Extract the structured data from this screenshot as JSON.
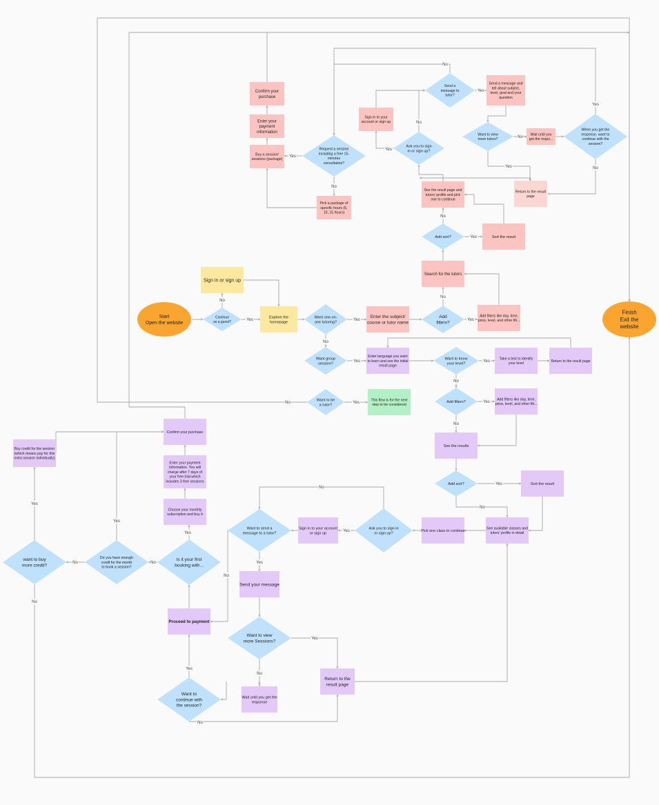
{
  "colors": {
    "background": "#fafafa",
    "pink_node": "#fbc4c0",
    "pink_light_node": "#fcd7d2",
    "purple_node": "#e3c9f8",
    "blue_decision": "#bfe1fb",
    "yellow_node": "#fde8a0",
    "green_node": "#b4f0c6",
    "orange_terminal": "#fba531",
    "edge": "#a8a8a8"
  },
  "nodes": {
    "start": "Start\nOpen the website",
    "finish": "Finish\nExit the\nwebsite",
    "continue_guest": "Continue\nas a guest?",
    "sign_in_up_top": "Sign in or sign up",
    "explore_home": "Explore the\nhomepage",
    "want_one_on_one": "Want one-on-\none tutoring?",
    "enter_subject": "Enter the subject/\ncourse or tutor name",
    "add_filters_top": "Add\nfilters?",
    "add_filters_box_top": "Add filters like day, time,\nprice, level, and other filt...",
    "search_tutors": "Search for the tutors",
    "add_sort_top": "Add sort?",
    "sort_result_top": "Sort the result",
    "see_result_top": "See the result page and\ntutors' profile and pick\none to continue",
    "ask_sign_top": "Ask you to sign\nin or sign up?",
    "sign_account_top": "Sign in to your\naccount or sign up",
    "send_message_q": "Send a\nmessage to\ntutor?",
    "send_message_box": "Send a message and\ntell about subject,\nlevel, goal and your\nquestion",
    "want_view_tutors": "Want to view\nmore tutors?",
    "wait_response_top": "Wait until you\nget the respo...",
    "when_response": "When you get the\nresponse, want to\ncontinue with the\nsession?",
    "return_result_top": "Return to the result\npage",
    "request_session": "Request a session\nincluding a free 15-\nminutes\nconsultation?",
    "buy_sessions": "Buy a session/\nsessions (package)",
    "enter_payment_top": "Enter your\npayment\ninformation",
    "confirm_purchase_top": "Confirm your\npurchase",
    "pick_package": "Pick a package of\nspecific hours (5,\n10, 15 hours)",
    "want_group": "Want group\nsession?",
    "enter_language": "Enter language you want\nto learn and see the initial\nresult page",
    "want_know_level": "Want to know\nyour level?",
    "take_test": "Take a test to identify\nyour level",
    "return_result_mid": "Return to the result page",
    "add_filters_mid": "Add filters?",
    "add_filters_box_mid": "Add filters like day, time,\nprice, level, and other filt...",
    "see_results_mid": "See the results",
    "add_sort_mid": "Add sort?",
    "sort_result_mid": "Sort the result",
    "see_classes": "See available classes and\ntutors' profile in detail",
    "pick_class": "Pick one class to continue",
    "ask_sign_bottom": "Ask you to sign in\nor sign up?",
    "sign_account_bottom": "Sign in to your account\nor sign up",
    "want_send_message": "Want to send a\nmessage to a tutor?",
    "send_your_message": "Send your message",
    "want_view_sessions": "Want to view\nmore Sessions?",
    "wait_response_bottom": "Wait until you get the\nresponse",
    "return_result_bottom": "Return to the\nresult page",
    "want_continue": "Want to\ncontinue with\nthe session?",
    "proceed_payment": "Proceed to payment",
    "first_booking": "Is it your first\nbooking with...",
    "choose_subscription": "Choose your monthly\nsubscription and buy it",
    "enter_payment_bottom": "Enter your payment\ninformation. You will\ncharge after 7 days of\nyour free trial which\nincludes 3 free sessions",
    "confirm_purchase_bottom": "Confirm your purchase",
    "enough_credit": "Do you have enough\ncredit for the month\nto book a session?",
    "want_buy_credit": "want to buy\nmore credit?",
    "buy_credit_box": "Buy credit for the session\n(which means pay for this\nextra session individually)",
    "want_tutor": "Want to be\na tutor?",
    "flow_next": "This flow is for the next\nstep to be considered"
  },
  "edge_labels": {
    "yes": "Yes",
    "no": "No"
  }
}
